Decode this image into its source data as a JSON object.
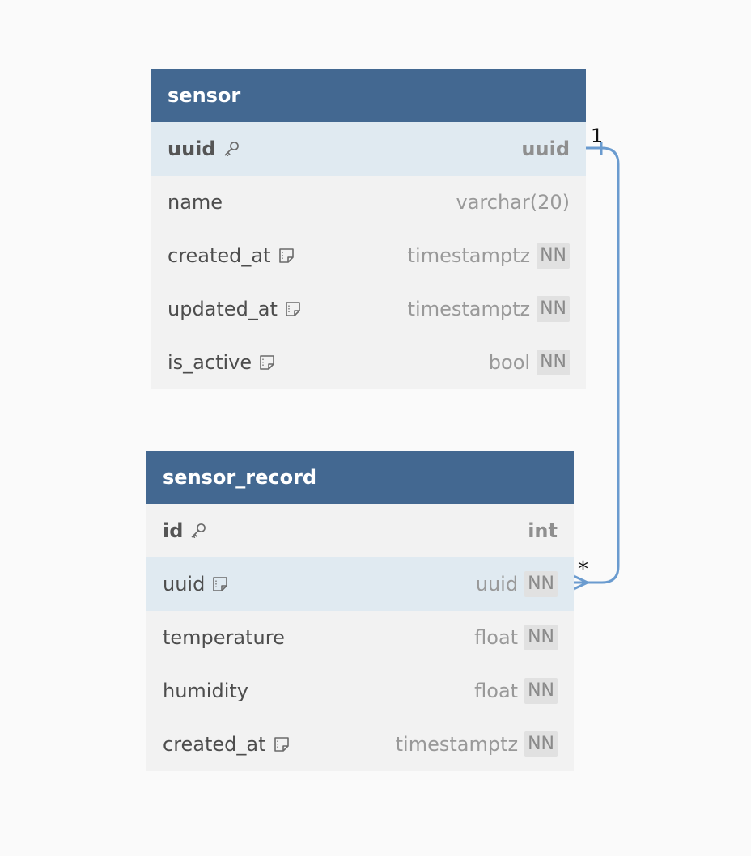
{
  "tables": {
    "sensor": {
      "name": "sensor",
      "rows": [
        {
          "name": "uuid",
          "type": "uuid",
          "pk": true,
          "nn": "",
          "icon": "key-icon"
        },
        {
          "name": "name",
          "type": "varchar(20)",
          "pk": false,
          "nn": "",
          "icon": ""
        },
        {
          "name": "created_at",
          "type": "timestamptz",
          "pk": false,
          "nn": "NN",
          "icon": "note-icon"
        },
        {
          "name": "updated_at",
          "type": "timestamptz",
          "pk": false,
          "nn": "NN",
          "icon": "note-icon"
        },
        {
          "name": "is_active",
          "type": "bool",
          "pk": false,
          "nn": "NN",
          "icon": "note-icon"
        }
      ]
    },
    "sensor_record": {
      "name": "sensor_record",
      "rows": [
        {
          "name": "id",
          "type": "int",
          "pk": true,
          "nn": "",
          "icon": "key-icon"
        },
        {
          "name": "uuid",
          "type": "uuid",
          "pk": false,
          "nn": "NN",
          "icon": "note-icon"
        },
        {
          "name": "temperature",
          "type": "float",
          "pk": false,
          "nn": "NN",
          "icon": ""
        },
        {
          "name": "humidity",
          "type": "float",
          "pk": false,
          "nn": "NN",
          "icon": ""
        },
        {
          "name": "created_at",
          "type": "timestamptz",
          "pk": false,
          "nn": "NN",
          "icon": "note-icon"
        }
      ]
    }
  },
  "relationship": {
    "from_label": "1",
    "to_label": "*"
  },
  "colors": {
    "header_bg": "#436891",
    "highlight_row": "#e0eaf1",
    "connector": "#6a9bcf"
  }
}
